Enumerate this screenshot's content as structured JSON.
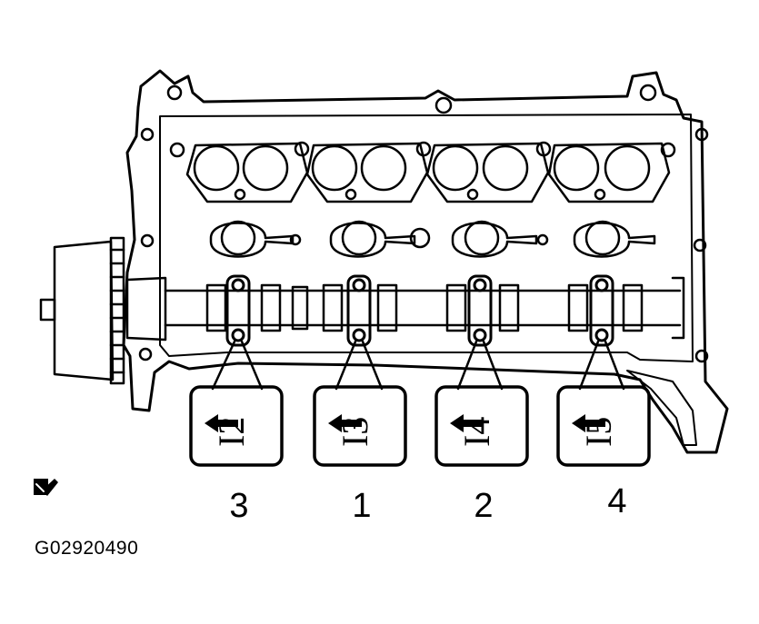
{
  "caps": [
    {
      "id": "I2",
      "label": "I2",
      "sequence": "3"
    },
    {
      "id": "I3",
      "label": "I3",
      "sequence": "1"
    },
    {
      "id": "I4",
      "label": "I4",
      "sequence": "2"
    },
    {
      "id": "I5",
      "label": "I5",
      "sequence": "4"
    }
  ],
  "figure_code": "G02920490",
  "icons": {
    "corner_symbol": "wrench-tool-icon",
    "tag_arrow": "arrow-left-icon"
  }
}
